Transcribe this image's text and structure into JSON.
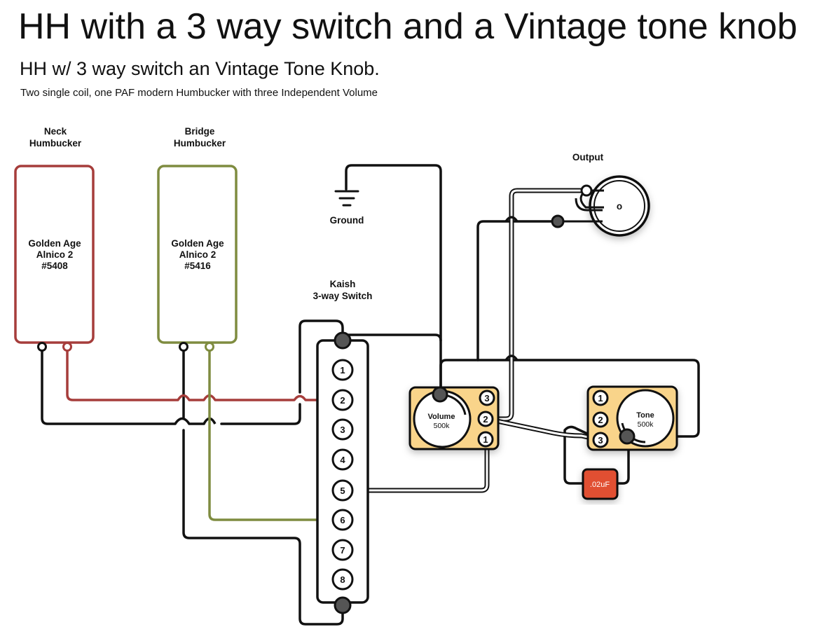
{
  "header": {
    "title": "HH with a 3 way switch and a Vintage tone knob",
    "subtitle": "HH w/ 3 way switch an Vintage Tone Knob.",
    "description": "Two single coil, one PAF modern Humbucker with three Independent Volume"
  },
  "pickups": [
    {
      "heading": [
        "Neck",
        "Humbucker"
      ],
      "body": [
        "Golden Age",
        "Alnico 2",
        "#5408"
      ],
      "color": "#a63d3b"
    },
    {
      "heading": [
        "Bridge",
        "Humbucker"
      ],
      "body": [
        "Golden Age",
        "Alnico 2",
        "#5416"
      ],
      "color": "#7f8c40"
    }
  ],
  "ground": {
    "label": "Ground"
  },
  "switch": {
    "heading": [
      "Kaish",
      "3-way Switch"
    ],
    "terminals": [
      "1",
      "2",
      "3",
      "4",
      "5",
      "6",
      "7",
      "8"
    ]
  },
  "output": {
    "label": "Output",
    "jack_mark": "o"
  },
  "volume_pot": {
    "name": "Volume",
    "value": "500k",
    "lugs": [
      "3",
      "2",
      "1"
    ]
  },
  "tone_pot": {
    "name": "Tone",
    "value": "500k",
    "lugs": [
      "1",
      "2",
      "3"
    ]
  },
  "capacitor": {
    "value": ".02uF",
    "color": "#e14f33"
  },
  "colors": {
    "pot_fill": "#f9d48a",
    "wire": "#111111",
    "neck_wire": "#a63d3b",
    "bridge_wire": "#7f8c40"
  }
}
